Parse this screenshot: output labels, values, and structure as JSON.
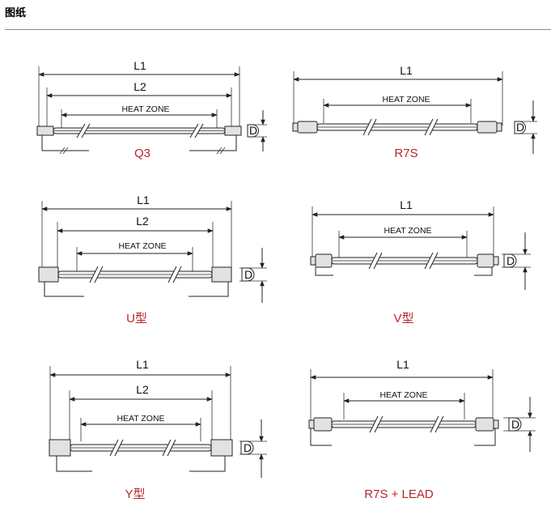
{
  "header": {
    "title": "图纸"
  },
  "colors": {
    "caption": "#b5262a",
    "line": "#222222"
  },
  "panels": [
    {
      "caption": "Q3",
      "l1": "L1",
      "l2": "L2",
      "heat": "HEAT ZONE",
      "d": "D"
    },
    {
      "caption": "R7S",
      "l1": "L1",
      "heat": "HEAT ZONE",
      "d": "D"
    },
    {
      "caption": "U型",
      "l1": "L1",
      "l2": "L2",
      "heat": "HEAT ZONE",
      "d": "D"
    },
    {
      "caption": "V型",
      "l1": "L1",
      "heat": "HEAT ZONE",
      "d": "D"
    },
    {
      "caption": "Y型",
      "l1": "L1",
      "l2": "L2",
      "heat": "HEAT ZONE",
      "d": "D"
    },
    {
      "caption": "R7S + LEAD",
      "l1": "L1",
      "heat": "HEAT ZONE",
      "d": "D"
    }
  ]
}
